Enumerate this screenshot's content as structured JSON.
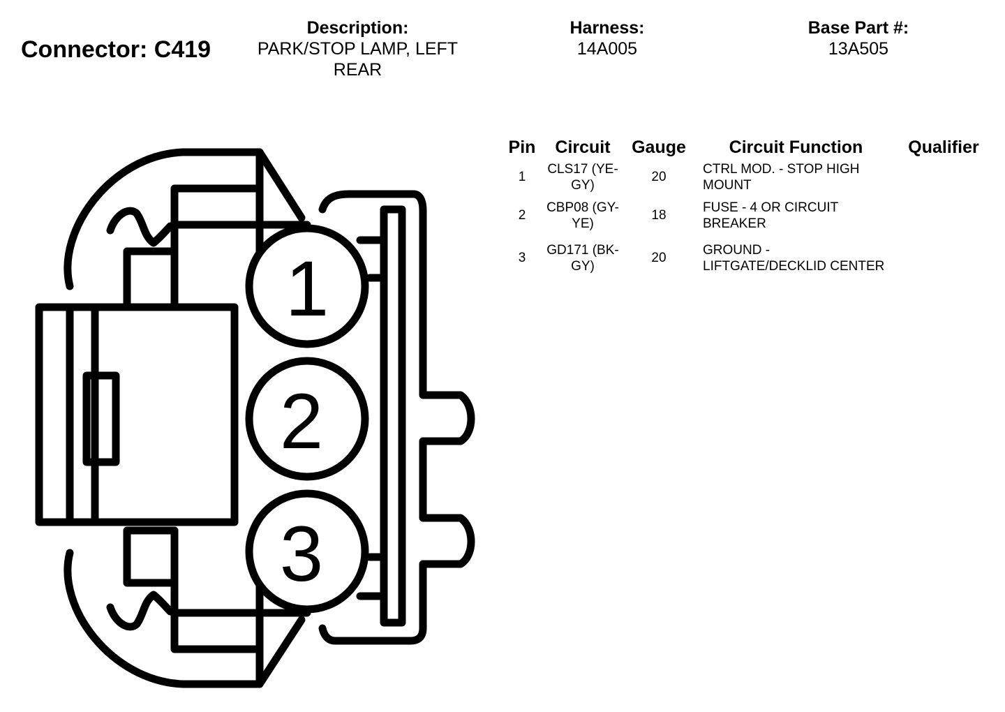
{
  "header": {
    "connector_title": "Connector: C419",
    "description_label": "Description:",
    "description_value": "PARK/STOP LAMP, LEFT REAR",
    "harness_label": "Harness:",
    "harness_value": "14A005",
    "base_part_label": "Base Part #:",
    "base_part_value": "13A505"
  },
  "table": {
    "columns": [
      "Pin",
      "Circuit",
      "Gauge",
      "Circuit Function",
      "Qualifier"
    ],
    "rows": [
      {
        "pin": "1",
        "circuit": "CLS17 (YE-GY)",
        "gauge": "20",
        "function": "CTRL MOD. - STOP HIGH MOUNT",
        "qualifier": ""
      },
      {
        "pin": "2",
        "circuit": "CBP08 (GY-YE)",
        "gauge": "18",
        "function": "FUSE - 4 OR CIRCUIT BREAKER",
        "qualifier": ""
      },
      {
        "pin": "3",
        "circuit": "GD171 (BK-GY)",
        "gauge": "20",
        "function": "GROUND - LIFTGATE/DECKLID CENTER",
        "qualifier": ""
      }
    ]
  },
  "diagram": {
    "pin_labels": [
      "1",
      "2",
      "3"
    ],
    "stroke_color": "#000000",
    "fill_color": "#ffffff"
  }
}
